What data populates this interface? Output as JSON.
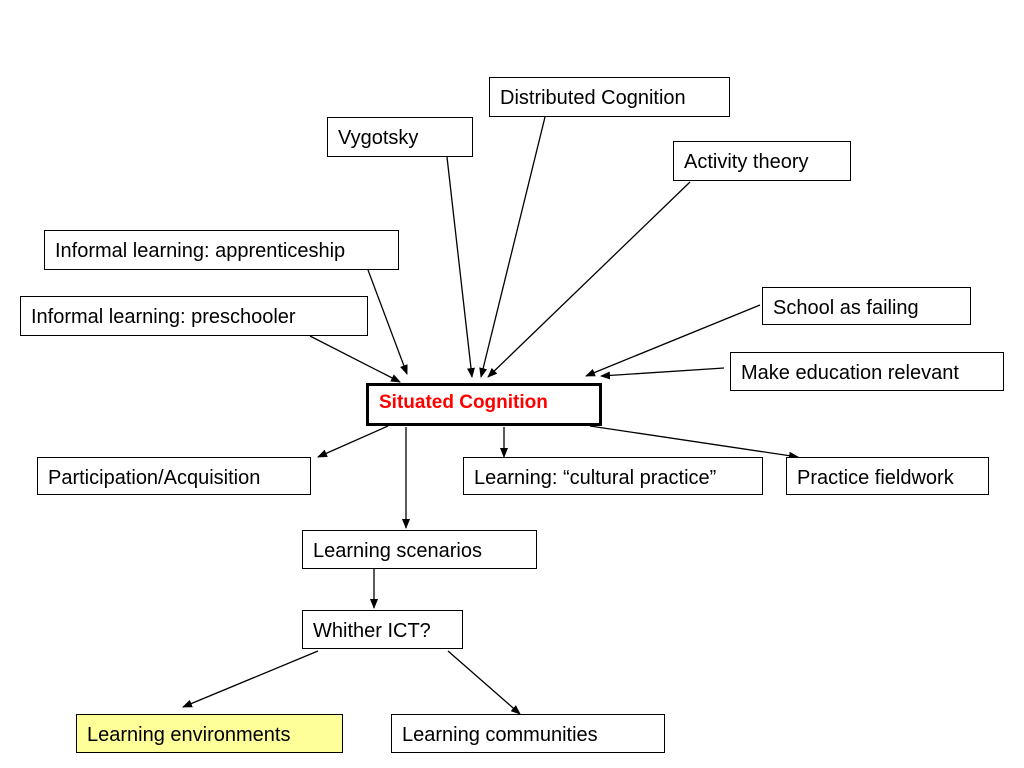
{
  "colors": {
    "center_text": "#ff0000",
    "highlight_fill": "#ffff99",
    "line": "#000000"
  },
  "nodes": {
    "distributed": "Distributed Cognition",
    "vygotsky": "Vygotsky",
    "activity": "Activity theory",
    "apprenticeship": "Informal learning: apprenticeship",
    "preschooler": "Informal learning: preschooler",
    "school": "School as failing",
    "relevant": "Make education relevant",
    "situated": "Situated Cognition",
    "participation": "Participation/Acquisition",
    "cultural": "Learning: “cultural practice”",
    "fieldwork": "Practice fieldwork",
    "scenarios": "Learning scenarios",
    "ict": "Whither ICT?",
    "environments": "Learning environments",
    "communities": "Learning communities"
  }
}
